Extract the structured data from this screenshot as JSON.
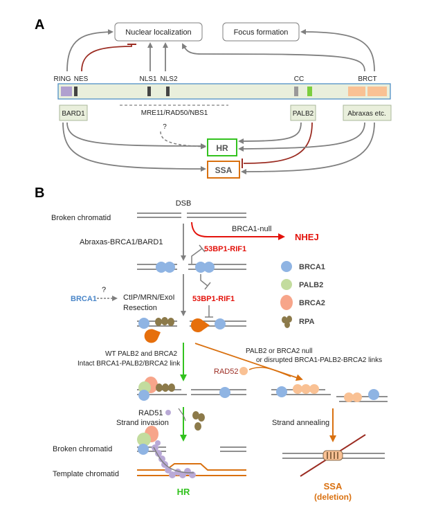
{
  "panel_a": {
    "label": "A",
    "nuclear_localization": "Nuclear localization",
    "focus_formation": "Focus formation",
    "domains": {
      "ring": "RING",
      "nes": "NES",
      "nls1": "NLS1",
      "nls2": "NLS2",
      "cc": "CC",
      "brct": "BRCT"
    },
    "partners": {
      "bard1": "BARD1",
      "mre11": "MRE11/RAD50/NBS1",
      "question": "?",
      "palb2": "PALB2",
      "abraxas": "Abraxas etc."
    },
    "outcomes": {
      "hr": "HR",
      "ssa": "SSA"
    }
  },
  "panel_b": {
    "label": "B",
    "dsb": "DSB",
    "broken_chromatid_top": "Broken chromatid",
    "brca1_null": "BRCA1-null",
    "nhej": "NHEJ",
    "abraxas_brca1_bard1": "Abraxas-BRCA1/BARD1",
    "bp53_rif1_upper": "53BP1-RIF1",
    "bp53_rif1_lower": "53BP1-RIF1",
    "brca1_label": "BRCA1",
    "question": "?",
    "ctip_line1": "CtIP/MRN/ExoI",
    "ctip_line2": "Resection",
    "legend": [
      {
        "label": "BRCA1",
        "color": "#8fb4e3"
      },
      {
        "label": "PALB2",
        "color": "#c3dc9e"
      },
      {
        "label": "BRCA2",
        "color": "#f7a58a"
      },
      {
        "label": "RPA",
        "color": "#8c7a4a"
      }
    ],
    "wt_line1": "WT PALB2 and BRCA2",
    "wt_line2": "Intact BRCA1-PALB2/BRCA2 link",
    "null_line1": "PALB2 or BRCA2 null",
    "null_line2": "or disrupted BRCA1-PALB2-BRCA2 links",
    "rad52": "RAD52",
    "rad51": "RAD51",
    "strand_invasion": "Strand invasion",
    "strand_annealing": "Strand annealing",
    "broken_chromatid_bottom": "Broken chromatid",
    "template_chromatid": "Template chromatid",
    "hr": "HR",
    "ssa": "SSA",
    "deletion": "(deletion)"
  },
  "colors": {
    "gray_arrow": "#7f7f7f",
    "red": "#e3120b",
    "dark_red": "#9b2c22",
    "green": "#32c21e",
    "orange": "#d9700f",
    "brca1_text": "#4a86c8",
    "domain_bar": "#e9efdc",
    "domain_bar_border": "#4f8fc6"
  }
}
